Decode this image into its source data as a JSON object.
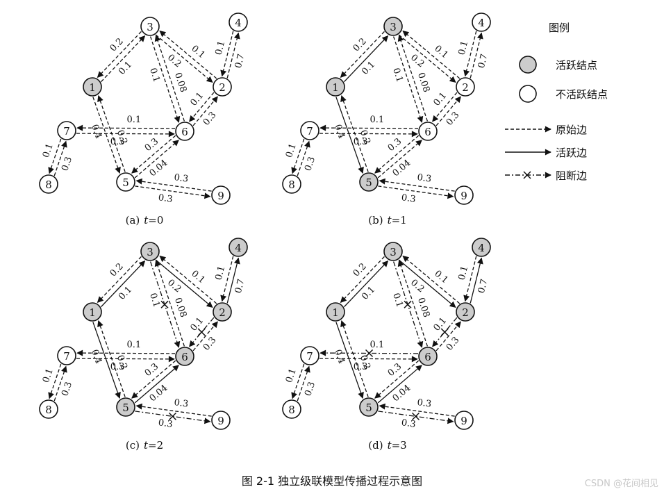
{
  "legend": {
    "title": "图例",
    "active_node": "活跃结点",
    "inactive_node": "不活跃结点",
    "original_edge": "原始边",
    "active_edge": "活跃边",
    "blocked_edge": "阻断边"
  },
  "figure_caption": "图 2-1   独立级联模型传播过程示意图",
  "watermark": "CSDN @花间相见",
  "colors": {
    "active_fill": "#cccccc",
    "inactive_fill": "#ffffff",
    "stroke": "#111111"
  },
  "nodes": [
    {
      "id": "1",
      "label": "1"
    },
    {
      "id": "2",
      "label": "2"
    },
    {
      "id": "3",
      "label": "3"
    },
    {
      "id": "4",
      "label": "4"
    },
    {
      "id": "5",
      "label": "5"
    },
    {
      "id": "6",
      "label": "6"
    },
    {
      "id": "7",
      "label": "7"
    },
    {
      "id": "8",
      "label": "8"
    },
    {
      "id": "9",
      "label": "9"
    }
  ],
  "edges": [
    {
      "id": "3-1",
      "from": "3",
      "to": "1",
      "weight": "0.2"
    },
    {
      "id": "1-3",
      "from": "1",
      "to": "3",
      "weight": "0.1"
    },
    {
      "id": "3-2",
      "from": "3",
      "to": "2",
      "weight": "0.2"
    },
    {
      "id": "2-3",
      "from": "2",
      "to": "3",
      "weight": "0.1"
    },
    {
      "id": "2-4",
      "from": "2",
      "to": "4",
      "weight": "0.7"
    },
    {
      "id": "4-2",
      "from": "4",
      "to": "2",
      "weight": "0.1"
    },
    {
      "id": "3-6",
      "from": "3",
      "to": "6",
      "weight": "0.1"
    },
    {
      "id": "6-3",
      "from": "6",
      "to": "3",
      "weight": "0.08"
    },
    {
      "id": "6-2",
      "from": "6",
      "to": "2",
      "weight": "0.3"
    },
    {
      "id": "2-6",
      "from": "2",
      "to": "6",
      "weight": "0.1"
    },
    {
      "id": "1-5",
      "from": "1",
      "to": "5",
      "weight": "0.4"
    },
    {
      "id": "5-1",
      "from": "5",
      "to": "1",
      "weight": "0.2"
    },
    {
      "id": "7-6",
      "from": "7",
      "to": "6",
      "weight": "0.3"
    },
    {
      "id": "6-7",
      "from": "6",
      "to": "7",
      "weight": "0.1"
    },
    {
      "id": "6-5",
      "from": "6",
      "to": "5",
      "weight": "0.3"
    },
    {
      "id": "5-6",
      "from": "5",
      "to": "6",
      "weight": "0.04"
    },
    {
      "id": "7-8",
      "from": "7",
      "to": "8",
      "weight": "0.1"
    },
    {
      "id": "8-7",
      "from": "8",
      "to": "7",
      "weight": "0.3"
    },
    {
      "id": "5-9",
      "from": "5",
      "to": "9",
      "weight": "0.3"
    },
    {
      "id": "9-5",
      "from": "9",
      "to": "5",
      "weight": "0.3"
    }
  ],
  "panels": [
    {
      "id": "a",
      "label_prefix": "(a)",
      "t_var": "t",
      "t_value": "=0",
      "active_nodes": [
        "1"
      ],
      "active_edges": [],
      "blocked_edges": []
    },
    {
      "id": "b",
      "label_prefix": "(b)",
      "t_var": "t",
      "t_value": "=1",
      "active_nodes": [
        "1",
        "3",
        "5"
      ],
      "active_edges": [
        "1-3",
        "1-5"
      ],
      "blocked_edges": []
    },
    {
      "id": "c",
      "label_prefix": "(c)",
      "t_var": "t",
      "t_value": "=2",
      "active_nodes": [
        "1",
        "2",
        "3",
        "4",
        "5",
        "6"
      ],
      "active_edges": [
        "1-3",
        "1-5",
        "3-2",
        "2-4",
        "5-6"
      ],
      "blocked_edges": [
        "3-6",
        "2-6",
        "5-9"
      ]
    },
    {
      "id": "d",
      "label_prefix": "(d)",
      "t_var": "t",
      "t_value": "=3",
      "active_nodes": [
        "1",
        "2",
        "3",
        "4",
        "5",
        "6"
      ],
      "active_edges": [
        "1-3",
        "1-5",
        "3-2",
        "2-4",
        "5-6"
      ],
      "blocked_edges": [
        "3-6",
        "2-6",
        "5-9",
        "6-7"
      ]
    }
  ]
}
